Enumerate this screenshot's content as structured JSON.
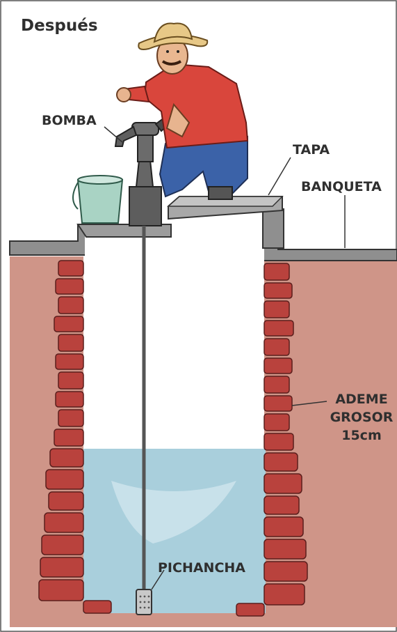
{
  "title": "Después",
  "labels": {
    "bomba": "BOMBA",
    "tapa": "TAPA",
    "banqueta": "BANQUETA",
    "ademe_line1": "ADEME",
    "ademe_line2": "GROSOR",
    "ademe_line3": "15cm",
    "pichancha": "PICHANCHA"
  },
  "colors": {
    "soil": "#cf9588",
    "stone": "#b9423d",
    "water": "#a9cfdc",
    "concrete": "#9c9c9c",
    "shirt": "#d9463c",
    "jeans": "#3b62a8",
    "hat": "#e7c887"
  }
}
